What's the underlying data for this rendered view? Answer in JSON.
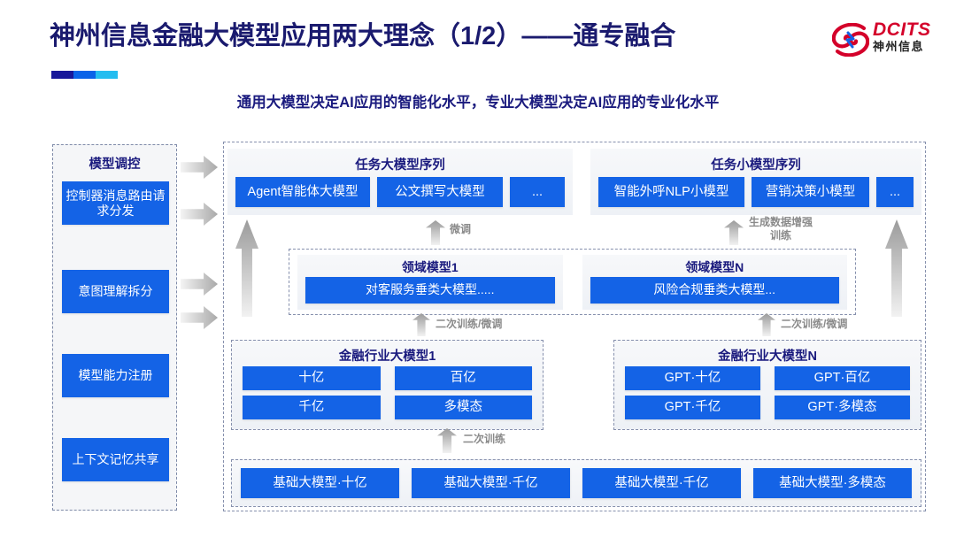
{
  "header": {
    "title": "神州信息金融大模型应用两大理念（1/2）——通专融合",
    "subtitle": "通用大模型决定AI应用的智能化水平，专业大模型决定AI应用的专业化水平",
    "logo_en": "DCITS",
    "logo_cn": "神州信息",
    "accent_navy": "#1a1a7e",
    "accent_blue": "#1463e6",
    "accent_cyan": "#24bdf0",
    "logo_red": "#d4002a"
  },
  "left_panel": {
    "title": "模型调控",
    "items": [
      {
        "label": "控制器消息路由请求分发"
      },
      {
        "label": "意图理解拆分"
      },
      {
        "label": "模型能力注册"
      },
      {
        "label": "上下文记忆共享"
      }
    ]
  },
  "task_sequences": [
    {
      "title": "任务大模型序列",
      "items": [
        "Agent智能体大模型",
        "公文撰写大模型",
        "..."
      ]
    },
    {
      "title": "任务小模型序列",
      "items": [
        "智能外呼NLP小模型",
        "营销决策小模型",
        "..."
      ]
    }
  ],
  "domain_models": [
    {
      "title": "领域模型1",
      "item": "对客服务垂类大模型....."
    },
    {
      "title": "领域模型N",
      "item": "风险合规垂类大模型..."
    }
  ],
  "industry_models": [
    {
      "title": "金融行业大模型1",
      "items": [
        "十亿",
        "百亿",
        "千亿",
        "多模态"
      ]
    },
    {
      "title": "金融行业大模型N",
      "items": [
        "GPT·十亿",
        "GPT·百亿",
        "GPT·千亿",
        "GPT·多模态"
      ]
    }
  ],
  "base_models": {
    "items": [
      "基础大模型·十亿",
      "基础大模型·千亿",
      "基础大模型·千亿",
      "基础大模型·多模态"
    ]
  },
  "arrow_labels": {
    "finetune": "微调",
    "data_aug": "生成数据增强",
    "data_aug_2": "训练",
    "retrain_finetune_left": "二次训练/微调",
    "retrain_finetune_right": "二次训练/微调",
    "retrain": "二次训练"
  }
}
